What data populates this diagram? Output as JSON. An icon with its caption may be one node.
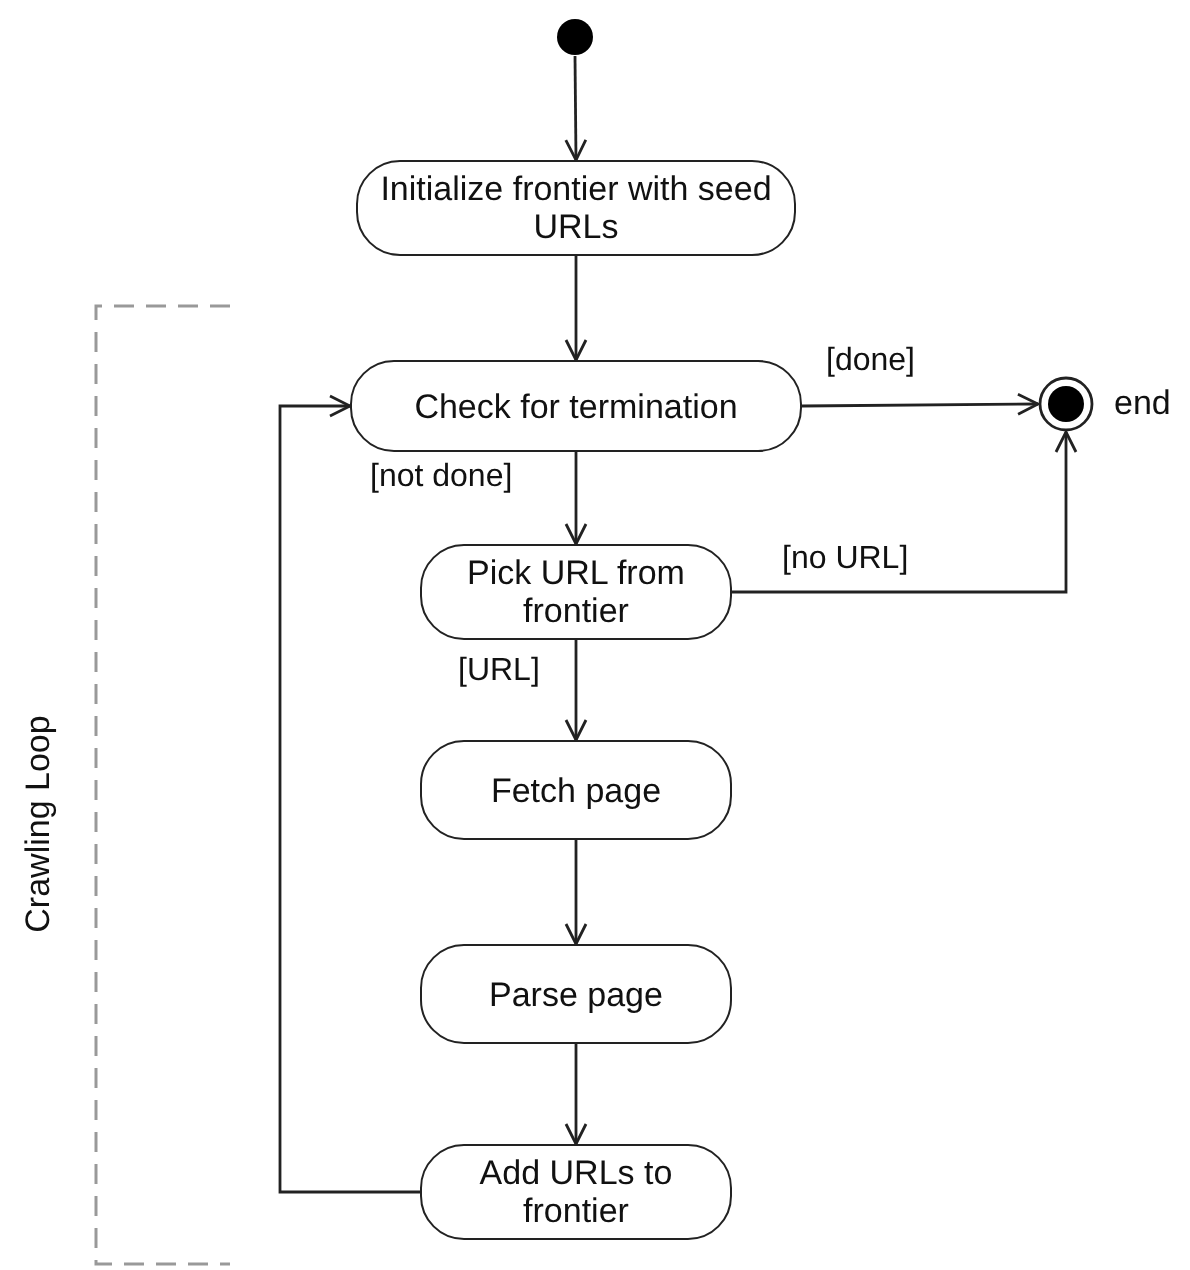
{
  "diagram": {
    "nodes": [
      {
        "text": [],
        "shape": "circle"
      },
      {
        "text": [
          "Initialize frontier with seed URLs"
        ]
      },
      {
        "text": [
          "Check for termination"
        ]
      },
      {
        "text": [],
        "shape": "bullseye",
        "beside": [
          "end"
        ]
      },
      {
        "text": [
          "Pick URL from frontier"
        ]
      },
      {
        "text": [
          "Fetch page"
        ]
      },
      {
        "text": [
          "Parse page"
        ]
      },
      {
        "text": [
          "Add URLs to frontier"
        ]
      }
    ],
    "edges": [
      {
        "from": 0,
        "to": 1,
        "arrow": "to"
      },
      {
        "from": 1,
        "to": 2,
        "arrow": "to"
      },
      {
        "from": 2,
        "to": 3,
        "arrow": "to",
        "label": "[done]"
      },
      {
        "from": 2,
        "to": 4,
        "arrow": "to",
        "label": "[not done]"
      },
      {
        "from": 4,
        "to": 3,
        "arrow": "to",
        "label": "[no URL]"
      },
      {
        "from": 4,
        "to": 5,
        "arrow": "to",
        "label": "[URL]"
      },
      {
        "from": 5,
        "to": 6,
        "arrow": "to"
      },
      {
        "from": 6,
        "to": 7,
        "arrow": "to"
      },
      {
        "from": 7,
        "to": 2,
        "arrow": "to"
      }
    ],
    "labels": [
      "Crawling Loop"
    ]
  }
}
